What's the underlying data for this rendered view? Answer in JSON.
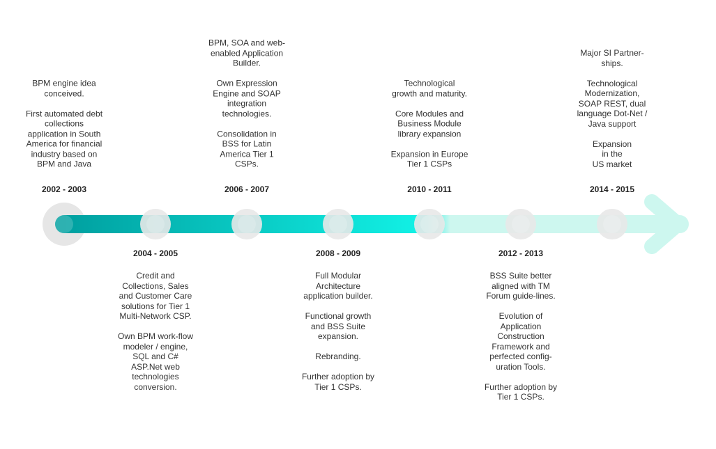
{
  "timeline": {
    "colors": {
      "arrow_start": "#00a0a0",
      "arrow_mid": "#12f2e6",
      "arrow_end": "#cdf7ef",
      "node_ring": "#e8e8e8",
      "origin_ring": "#e6e6e6"
    },
    "milestones": [
      {
        "period": "2002 - 2003",
        "position": "above",
        "text": "BPM engine idea conceived.\n\nFirst automated debt collections application in South America for financial industry based on BPM and Java"
      },
      {
        "period": "2004 - 2005",
        "position": "below",
        "text": "Credit and Collections, Sales and Customer Care solutions for Tier 1 Multi-Network CSP.\n\nOwn BPM work-flow modeler / engine, SQL and C# ASP.Net web technologies conversion."
      },
      {
        "period": "2006 - 2007",
        "position": "above",
        "text": "BPM, SOA and web-enabled Application Builder.\n\nOwn Expression Engine and SOAP integration technologies.\n\nConsolidation in BSS for Latin America Tier 1 CSPs."
      },
      {
        "period": "2008 - 2009",
        "position": "below",
        "text": "Full Modular Architecture application builder.\n\nFunctional growth and BSS Suite expansion.\n\nRebranding.\n\nFurther adoption by Tier 1 CSPs."
      },
      {
        "period": "2010 - 2011",
        "position": "above",
        "text": "Technological growth and maturity.\n\nCore Modules and Business Module library expansion\n\nExpansion in Europe\nTier 1 CSPs"
      },
      {
        "period": "2012 - 2013",
        "position": "below",
        "text": "BSS Suite better aligned with TM Forum guide-lines.\n\nEvolution of Application Construction Framework and perfected config-uration Tools.\n\nFurther adoption by Tier 1 CSPs."
      },
      {
        "period": "2014 - 2015",
        "position": "above",
        "text": "Major SI Partner-ships.\n\nTechnological Modernization, SOAP REST, dual language Dot-Net / Java support\n\nExpansion\nin the\nUS market"
      }
    ]
  }
}
